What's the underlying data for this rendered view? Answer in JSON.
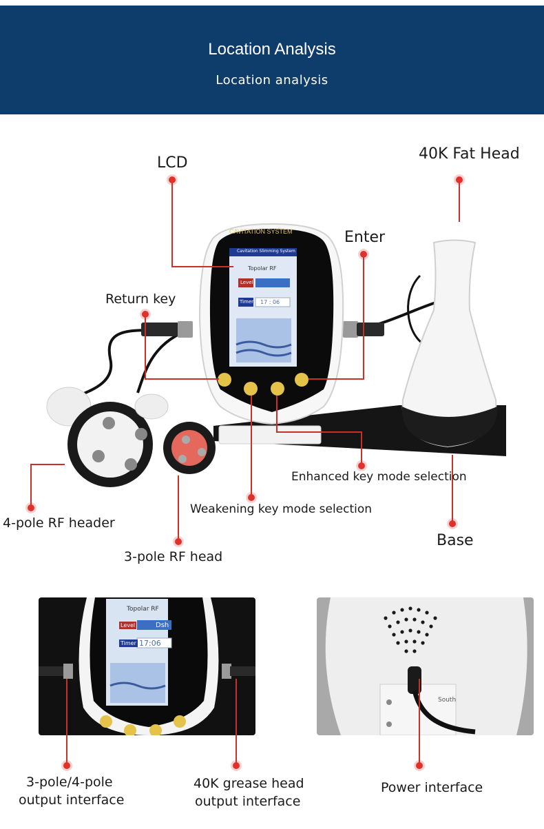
{
  "header": {
    "title": "Location Analysis",
    "subtitle": "Location analysis"
  },
  "device": {
    "brand_label": "CAVITATION SYSTEM",
    "screen_title": "Cavitation Slimming System",
    "screen_mode": "Topolar RF",
    "screen_level_label": "Level",
    "screen_timer_label": "Timer",
    "screen_timer_value": "17 : 06"
  },
  "callouts": {
    "lcd": "LCD",
    "fat_head": "40K Fat Head",
    "enter": "Enter",
    "return_key": "Return key",
    "enhanced": "Enhanced key mode selection",
    "weakening": "Weakening key mode selection",
    "four_pole": "4-pole RF header",
    "three_pole": "3-pole RF head",
    "base": "Base"
  },
  "bottom_left": {
    "screen_mode": "Topolar RF",
    "screen_level_label": "Level",
    "screen_level_suffix": "Dsh",
    "screen_timer_label": "Timer",
    "screen_timer_value": "17:06",
    "label_left_line1": "3-pole/4-pole",
    "label_left_line2": "output interface",
    "label_right_line1": "40K grease head",
    "label_right_line2": "output interface"
  },
  "bottom_right": {
    "plate_text": "South",
    "label": "Power interface"
  },
  "colors": {
    "header_bg": "#0e3d6b",
    "callout_red": "#e0322c"
  }
}
